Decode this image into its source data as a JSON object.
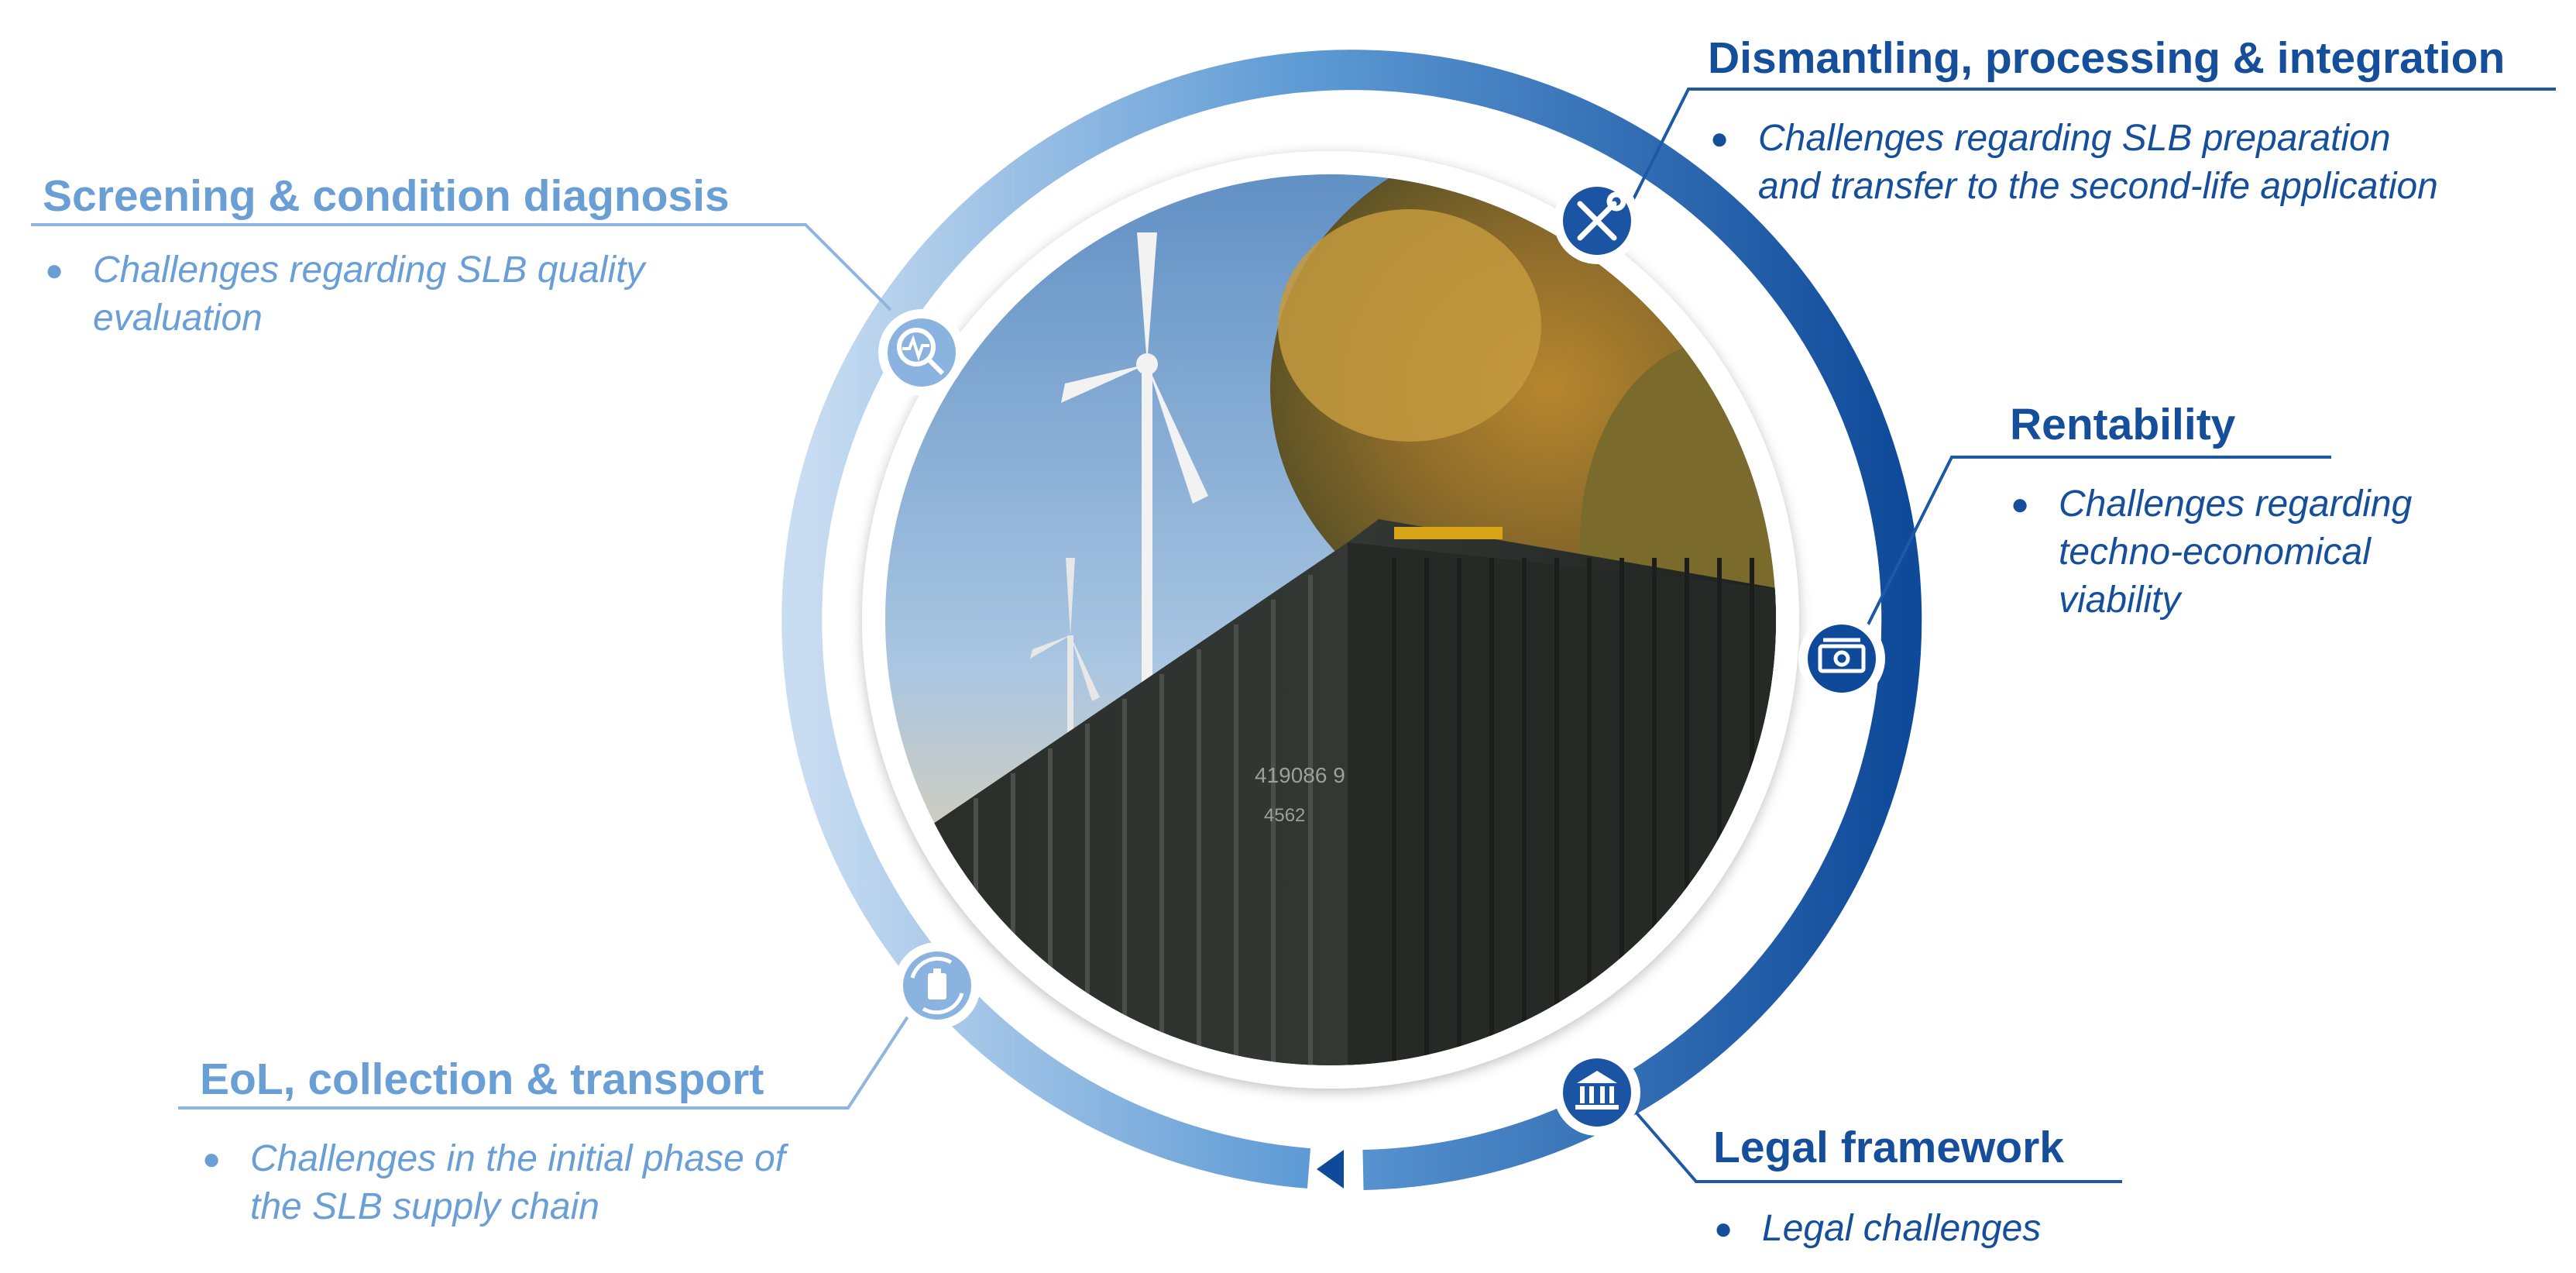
{
  "colors": {
    "light_blue": "#6a9fd6",
    "dark_blue": "#154f9c",
    "ring_light": "#c9ddf2",
    "ring_mid": "#5f9bd5",
    "ring_dark": "#0f4a9a"
  },
  "center_image": {
    "subject": "photo-of-battery-storage-container-with-wind-turbines-and-trees",
    "container_marking": [
      "419086 9",
      "4562"
    ]
  },
  "sections": [
    {
      "id": "screening",
      "heading": "Screening & condition diagnosis",
      "bullet": [
        "Challenges regarding SLB quality",
        "evaluation"
      ],
      "icon": "magnifier-pulse-icon"
    },
    {
      "id": "dismantling",
      "heading": "Dismantling, processing & integration",
      "bullet": [
        "Challenges regarding SLB preparation",
        "and transfer to the second-life application"
      ],
      "icon": "wrench-screwdriver-icon"
    },
    {
      "id": "rentability",
      "heading": "Rentability",
      "bullet": [
        "Challenges regarding",
        "techno-economical",
        "viability"
      ],
      "icon": "money-banknote-icon"
    },
    {
      "id": "legal",
      "heading": "Legal framework",
      "bullet": [
        "Legal challenges"
      ],
      "icon": "courthouse-icon"
    },
    {
      "id": "eol",
      "heading": "EoL, collection & transport",
      "bullet": [
        "Challenges in the initial phase of",
        "the SLB supply chain"
      ],
      "icon": "battery-recycle-icon"
    }
  ]
}
